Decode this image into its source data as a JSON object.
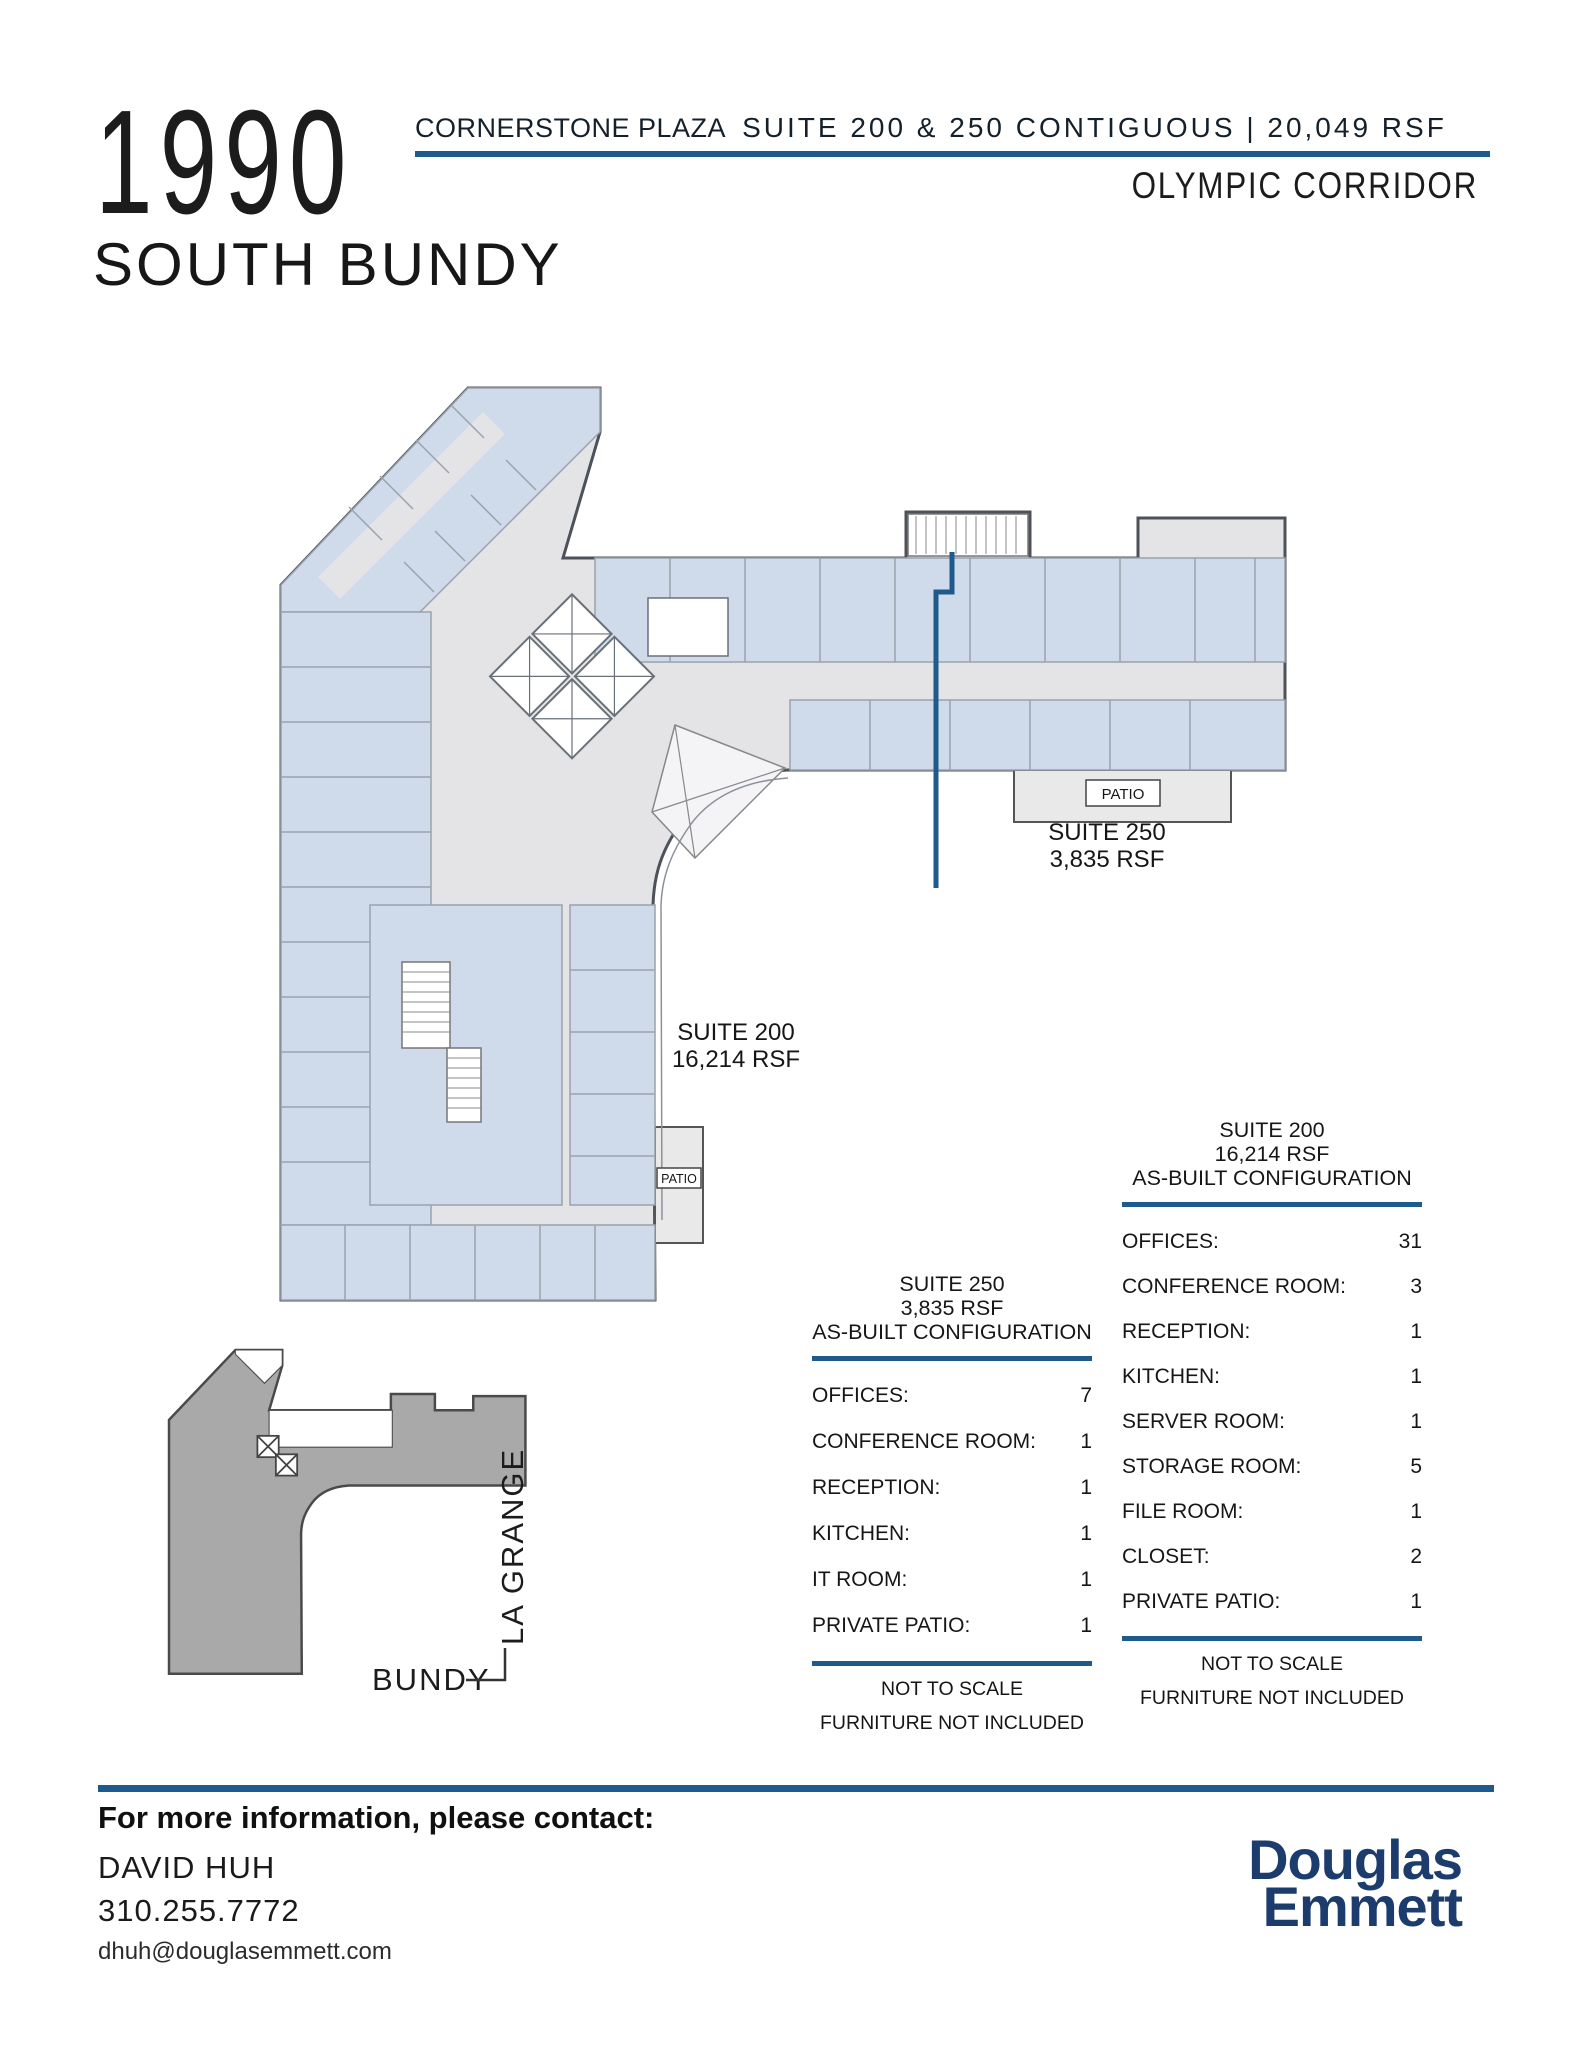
{
  "header": {
    "address_line1": "1990",
    "address_line2": "SOUTH BUNDY",
    "building": "CORNERSTONE PLAZA",
    "listing": "SUITE 200 & 250 CONTIGUOUS | 20,049 RSF",
    "submarket": "OLYMPIC CORRIDOR"
  },
  "floorplan": {
    "suite250_label": {
      "line1": "SUITE 250",
      "line2": "3,835 RSF"
    },
    "suite200_label": {
      "line1": "SUITE 200",
      "line2": "16,214 RSF"
    },
    "patio_right": "PATIO",
    "patio_bottom": "PATIO"
  },
  "keyplan": {
    "street_side": "LA GRANGE",
    "street_bottom": "BUNDY"
  },
  "tables": {
    "suite250": {
      "title1": "SUITE 250",
      "title2": "3,835 RSF",
      "title3": "AS-BUILT CONFIGURATION",
      "rows": [
        {
          "label": "OFFICES:",
          "value": "7"
        },
        {
          "label": "CONFERENCE ROOM:",
          "value": "1"
        },
        {
          "label": "RECEPTION:",
          "value": "1"
        },
        {
          "label": "KITCHEN:",
          "value": "1"
        },
        {
          "label": "IT ROOM:",
          "value": "1"
        },
        {
          "label": "PRIVATE PATIO:",
          "value": "1"
        }
      ],
      "foot1": "NOT TO SCALE",
      "foot2": "FURNITURE NOT INCLUDED"
    },
    "suite200": {
      "title1": "SUITE 200",
      "title2": "16,214 RSF",
      "title3": "AS-BUILT CONFIGURATION",
      "rows": [
        {
          "label": "OFFICES:",
          "value": "31"
        },
        {
          "label": "CONFERENCE ROOM:",
          "value": "3"
        },
        {
          "label": "RECEPTION:",
          "value": "1"
        },
        {
          "label": "KITCHEN:",
          "value": "1"
        },
        {
          "label": "SERVER ROOM:",
          "value": "1"
        },
        {
          "label": "STORAGE ROOM:",
          "value": "5"
        },
        {
          "label": "FILE ROOM:",
          "value": "1"
        },
        {
          "label": "CLOSET:",
          "value": "2"
        },
        {
          "label": "PRIVATE PATIO:",
          "value": "1"
        }
      ],
      "foot1": "NOT TO SCALE",
      "foot2": "FURNITURE NOT INCLUDED"
    }
  },
  "contact": {
    "heading": "For more information, please contact:",
    "name": "DAVID HUH",
    "phone": "310.255.7772",
    "email": "dhuh@douglasemmett.com"
  },
  "logo": {
    "line1": "Douglas",
    "line2": "Emmett"
  },
  "colors": {
    "accent_blue": "#1e5a8c",
    "logo_navy": "#1d3c6e",
    "room_blue": "#cfdbeb",
    "corridor_gray": "#e4e4e6",
    "wall_gray": "#4d525a",
    "keyplan_gray": "#a9a9a9"
  }
}
